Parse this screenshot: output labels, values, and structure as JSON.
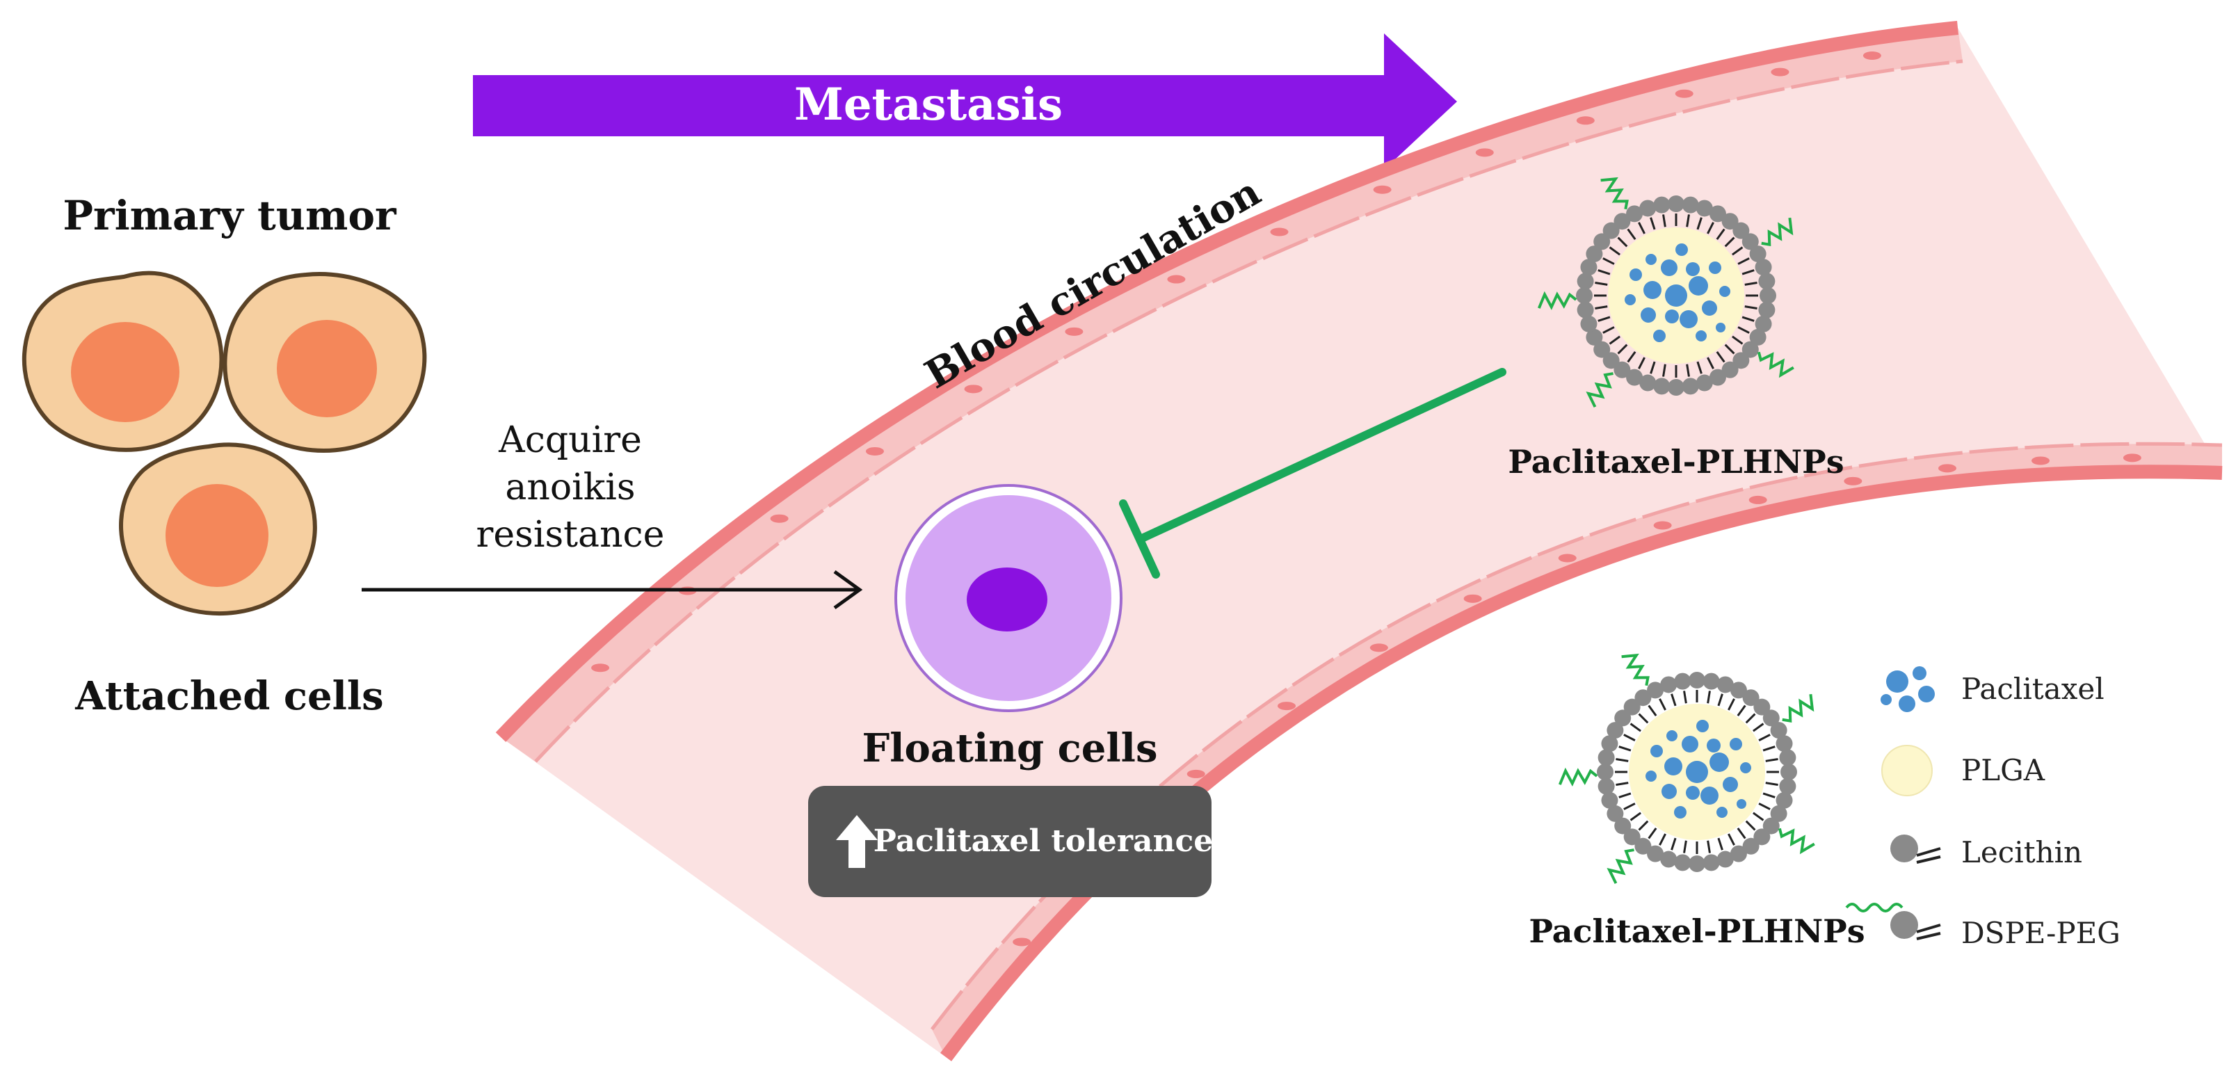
{
  "metastasis_label": "Metastasis",
  "primary_tumor_label": "Primary tumor",
  "attached_cells_label": "Attached cells",
  "acquire_lines": [
    "Acquire",
    "anoikis",
    "resistance"
  ],
  "blood_circulation_label": "Blood circulation",
  "floating_cells_label": "Floating cells",
  "tolerance_label": "Paclitaxel tolerance",
  "nanoparticle_top_label": "Paclitaxel-PLHNPs",
  "nanoparticle_bottom_label": "Paclitaxel-PLHNPs",
  "legend": {
    "paclitaxel": "Paclitaxel",
    "plga": "PLGA",
    "lecithin": "Lecithin",
    "dspe_peg": "DSPE-PEG"
  },
  "colors": {
    "arrow_purple": "#8a16e6",
    "vessel_wall": "#ef8a8a",
    "vessel_fill": "#fbe2e2",
    "tumor_cell": "#f6cfa0",
    "tumor_nucleus": "#f4875a",
    "floating_cell": "#d4a6f5",
    "floating_nucleus": "#8a11e0",
    "inhibition_green": "#1aa85a",
    "paclitaxel_blue": "#4a90d0",
    "plga_core": "#fdf7cc",
    "lecithin_gray": "#8a8a8a",
    "badge_bg": "#555555"
  }
}
